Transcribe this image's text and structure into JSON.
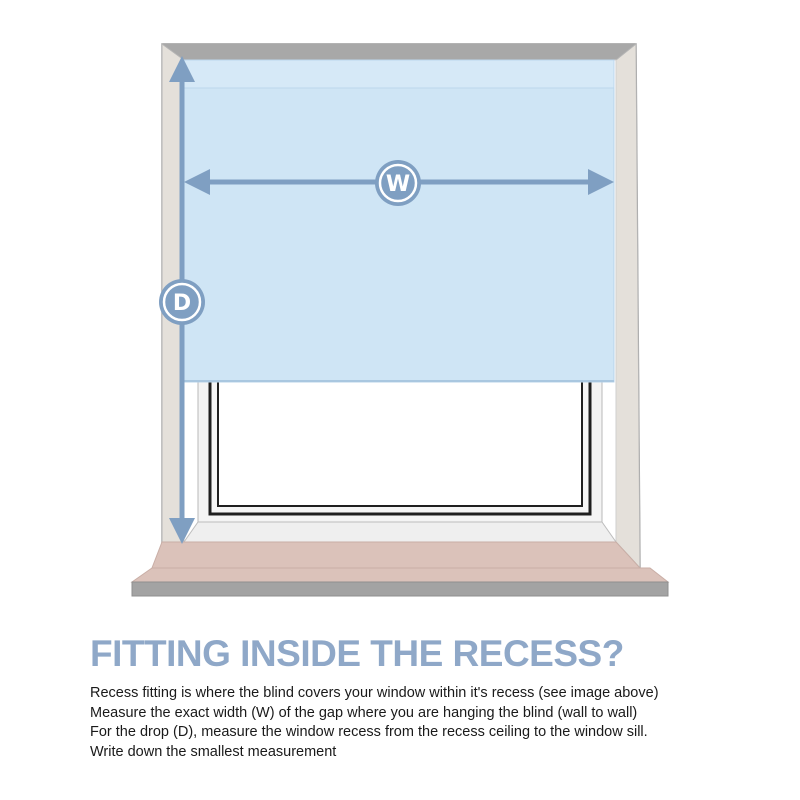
{
  "diagram": {
    "width_label": "W",
    "drop_label": "D",
    "colors": {
      "wall": "#e8e4de",
      "wall_edge": "#9a9a9a",
      "blind": "#cfe5f5",
      "arrow": "#7f9fc2",
      "sill_top": "#dbc2ba",
      "sill_front": "#a3a3a3",
      "frame": "#1f1f1f"
    }
  },
  "heading": "FITTING INSIDE THE RECESS?",
  "body_lines": [
    "Recess fitting is where  the  blind covers your window within it's recess (see image above)",
    "Measure the exact width (W) of the gap where you are hanging the blind (wall to wall)",
    "For the drop (D), measure the window recess from the recess ceiling to the window sill.",
    "Write down the smallest measurement"
  ]
}
